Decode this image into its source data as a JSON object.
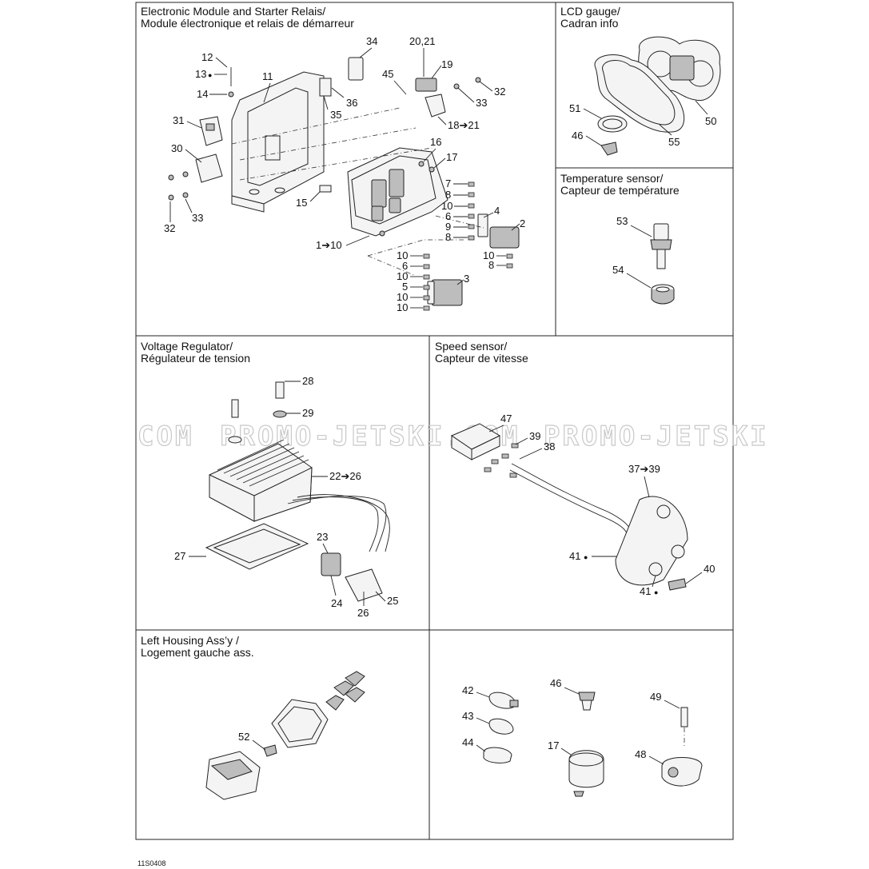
{
  "panels": {
    "electronic_module": {
      "title_line1": "Electronic Module and Starter Relais/",
      "title_line2": "Module électronique et relais de démarreur"
    },
    "lcd_gauge": {
      "title_line1": "LCD gauge/",
      "title_line2": "Cadran info"
    },
    "temperature_sensor": {
      "title_line1": "Temperature sensor/",
      "title_line2": "Capteur de température"
    },
    "voltage_regulator": {
      "title_line1": "Voltage Regulator/",
      "title_line2": "Régulateur de tension"
    },
    "speed_sensor": {
      "title_line1": "Speed sensor/",
      "title_line2": "Capteur de vitesse"
    },
    "left_housing": {
      "title_line1": "Left Housing Ass’y /",
      "title_line2": "Logement gauche ass."
    }
  },
  "callouts": {
    "em": [
      "12",
      "13",
      "14",
      "11",
      "31",
      "30",
      "32",
      "33",
      "34",
      "20,21",
      "19",
      "45",
      "36",
      "35",
      "32",
      "33",
      "18➔21",
      "16",
      "17",
      "15",
      "1➔10",
      "7",
      "8",
      "10",
      "6",
      "9",
      "8",
      "4",
      "2",
      "10",
      "8",
      "10",
      "6",
      "10",
      "5",
      "10",
      "10",
      "3"
    ],
    "lcd": [
      "51",
      "46",
      "50",
      "55"
    ],
    "temp": [
      "53",
      "54"
    ],
    "vr": [
      "28",
      "29",
      "22➔26",
      "27",
      "23",
      "24",
      "26",
      "25"
    ],
    "speed": [
      "47",
      "39",
      "38",
      "37➔39",
      "41",
      "40",
      "41"
    ],
    "left": [
      "52"
    ],
    "misc": [
      "42",
      "43",
      "44",
      "46",
      "17",
      "49",
      "48"
    ]
  },
  "watermark": {
    "left": "COM",
    "middle": "PROMO-JETSKI.COM",
    "right": "PROMO-JETSKI"
  },
  "figure_ref": "11S0408",
  "drop_icon": "oil-drop-icon"
}
